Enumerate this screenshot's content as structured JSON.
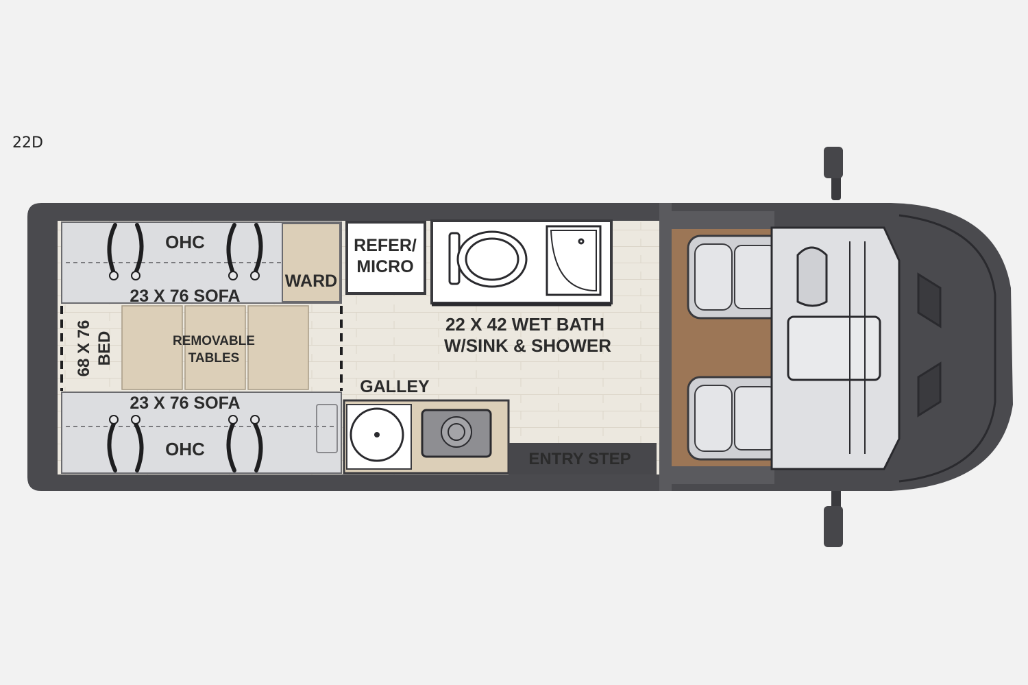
{
  "model": "22D",
  "labels": {
    "ohc_top": "OHC",
    "ohc_bottom": "OHC",
    "sofa_top": "23 X 76 SOFA",
    "sofa_bottom": "23 X 76 SOFA",
    "bed_line1": "68 X 76",
    "bed_line2": "BED",
    "tables_line1": "REMOVABLE",
    "tables_line2": "TABLES",
    "ward": "WARD",
    "refer_line1": "REFER/",
    "refer_line2": "MICRO",
    "bath_line1": "22 X 42 WET BATH",
    "bath_line2": "W/SINK & SHOWER",
    "galley": "GALLEY",
    "entry_step": "ENTRY STEP"
  },
  "colors": {
    "body": "#4a4a4e",
    "cushion": "#dcdde0",
    "tan": "#dccfb8",
    "floor": "#ece8df",
    "cab_floor": "#9c7656",
    "step": "#47474b"
  }
}
